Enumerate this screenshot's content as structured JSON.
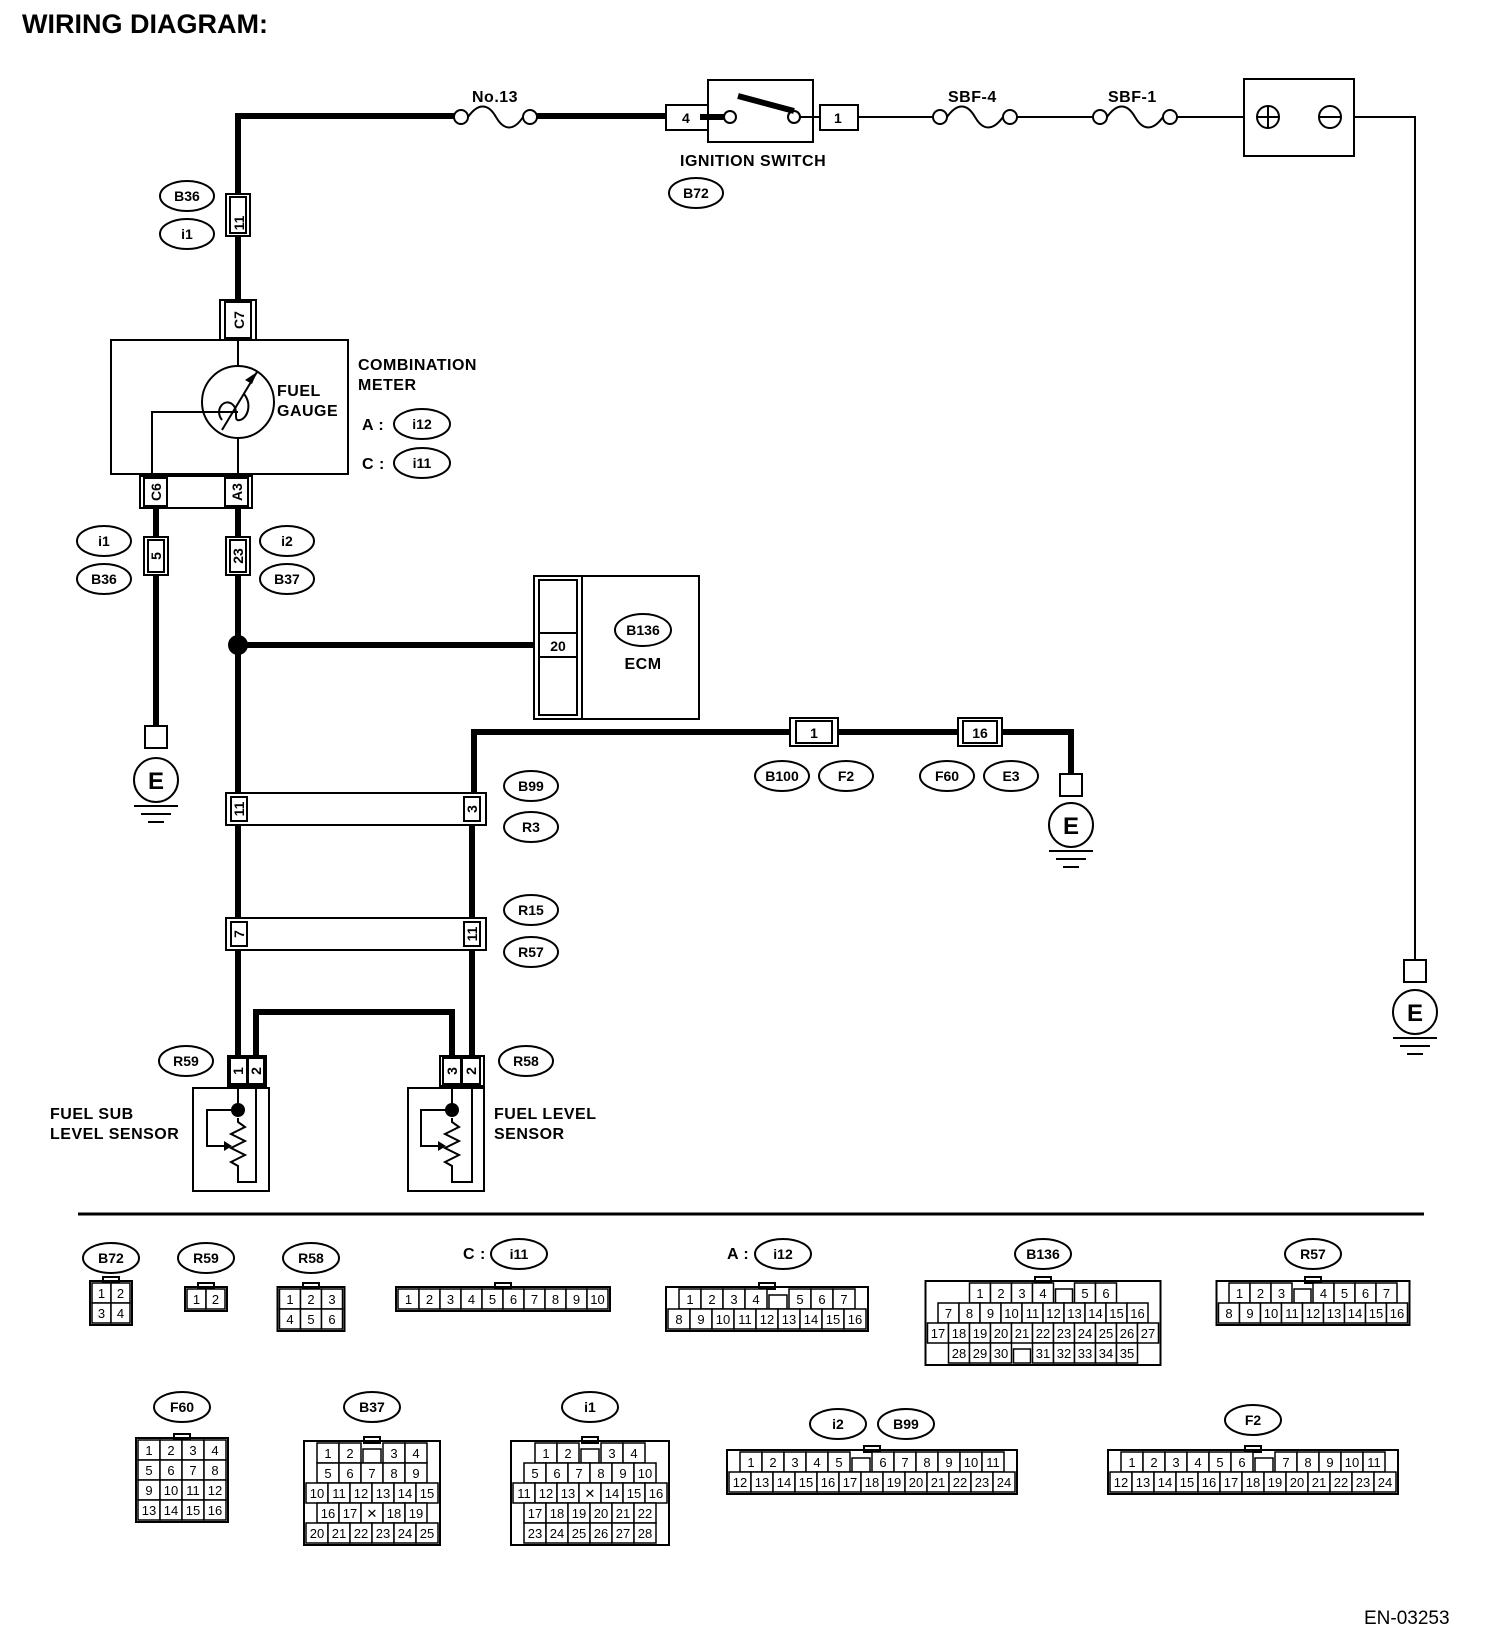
{
  "title": "WIRING DIAGRAM:",
  "reference": "EN-03253",
  "labels": {
    "fuse_no13": "No.13",
    "sbf4": "SBF-4",
    "sbf1": "SBF-1",
    "ignition_switch": "IGNITION SWITCH",
    "combination_meter_1": "COMBINATION",
    "combination_meter_2": "METER",
    "meter_a": "A :",
    "meter_c": "C :",
    "fuel_gauge_1": "FUEL",
    "fuel_gauge_2": "GAUGE",
    "ecm": "ECM",
    "fuel_sub_1": "FUEL SUB",
    "fuel_sub_2": "LEVEL SENSOR",
    "fuel_level_1": "FUEL LEVEL",
    "fuel_level_2": "SENSOR",
    "ground": "E"
  },
  "tags": {
    "b72": "B72",
    "b36a": "B36",
    "i1a": "i1",
    "i12": "i12",
    "i11": "i11",
    "i1b": "i1",
    "b36b": "B36",
    "i2": "i2",
    "b37": "B37",
    "b136": "B136",
    "b100": "B100",
    "f2": "F2",
    "f60": "F60",
    "e3": "E3",
    "b99": "B99",
    "r3": "R3",
    "r15": "R15",
    "r57": "R57",
    "r59": "R59",
    "r58": "R58"
  },
  "pins": {
    "ig4": "4",
    "ig1": "1",
    "b36_11": "11",
    "c7": "C7",
    "c6": "C6",
    "a3": "A3",
    "p5": "5",
    "p23": "23",
    "ecm20": "20",
    "b100_1": "1",
    "f60_16": "16",
    "b99_11": "11",
    "b99_3": "3",
    "r15_7": "7",
    "r15_11": "11",
    "r59_1": "1",
    "r59_2": "2",
    "r58_3": "3",
    "r58_2": "2"
  },
  "connectors": [
    {
      "tag": "B72",
      "prefix": "",
      "rows": [
        [
          "1",
          "2"
        ],
        [
          "3",
          "4"
        ]
      ]
    },
    {
      "tag": "R59",
      "prefix": "",
      "rows": [
        [
          "1",
          "2"
        ]
      ]
    },
    {
      "tag": "R58",
      "prefix": "",
      "rows": [
        [
          "1",
          "2",
          "3"
        ],
        [
          "4",
          "5",
          "6"
        ]
      ]
    },
    {
      "tag": "i11",
      "prefix": "C :",
      "rows": [
        [
          "1",
          "2",
          "3",
          "4",
          "5",
          "6",
          "7",
          "8",
          "9",
          "10"
        ]
      ]
    },
    {
      "tag": "i12",
      "prefix": "A :",
      "rows": [
        [
          "1",
          "2",
          "3",
          "4",
          "",
          "5",
          "6",
          "7"
        ],
        [
          "8",
          "9",
          "10",
          "11",
          "12",
          "13",
          "14",
          "15",
          "16"
        ]
      ]
    },
    {
      "tag": "B136",
      "prefix": "",
      "rows": [
        [
          "1",
          "2",
          "3",
          "4",
          "",
          "5",
          "6"
        ],
        [
          "7",
          "8",
          "9",
          "10",
          "11",
          "12",
          "13",
          "14",
          "15",
          "16"
        ],
        [
          "17",
          "18",
          "19",
          "20",
          "21",
          "22",
          "23",
          "24",
          "25",
          "26",
          "27"
        ],
        [
          "28",
          "29",
          "30",
          "",
          "31",
          "32",
          "33",
          "34",
          "35"
        ]
      ]
    },
    {
      "tag": "R57",
      "prefix": "",
      "rows": [
        [
          "1",
          "2",
          "3",
          "",
          "4",
          "5",
          "6",
          "7"
        ],
        [
          "8",
          "9",
          "10",
          "11",
          "12",
          "13",
          "14",
          "15",
          "16"
        ]
      ]
    },
    {
      "tag": "F60",
      "prefix": "",
      "rows": [
        [
          "1",
          "2",
          "3",
          "4"
        ],
        [
          "5",
          "6",
          "7",
          "8"
        ],
        [
          "9",
          "10",
          "11",
          "12"
        ],
        [
          "13",
          "14",
          "15",
          "16"
        ]
      ]
    },
    {
      "tag": "B37",
      "prefix": "",
      "rows": [
        [
          "1",
          "2",
          "",
          "3",
          "4"
        ],
        [
          "5",
          "6",
          "7",
          "8",
          "9"
        ],
        [
          "10",
          "11",
          "12",
          "13",
          "14",
          "15"
        ],
        [
          "16",
          "17",
          "✕",
          "18",
          "19"
        ],
        [
          "20",
          "21",
          "22",
          "23",
          "24",
          "25"
        ]
      ]
    },
    {
      "tag": "i1",
      "prefix": "",
      "rows": [
        [
          "1",
          "2",
          "",
          "3",
          "4"
        ],
        [
          "5",
          "6",
          "7",
          "8",
          "9",
          "10"
        ],
        [
          "11",
          "12",
          "13",
          "✕",
          "14",
          "15",
          "16"
        ],
        [
          "17",
          "18",
          "19",
          "20",
          "21",
          "22"
        ],
        [
          "23",
          "24",
          "25",
          "26",
          "27",
          "28"
        ]
      ]
    },
    {
      "tag": "i2",
      "tag2": "B99",
      "prefix": "",
      "rows": [
        [
          "1",
          "2",
          "3",
          "4",
          "5",
          "",
          "6",
          "7",
          "8",
          "9",
          "10",
          "11"
        ],
        [
          "12",
          "13",
          "14",
          "15",
          "16",
          "17",
          "18",
          "19",
          "20",
          "21",
          "22",
          "23",
          "24"
        ]
      ]
    },
    {
      "tag": "F2",
      "prefix": "",
      "rows": [
        [
          "1",
          "2",
          "3",
          "4",
          "5",
          "6",
          "",
          "7",
          "8",
          "9",
          "10",
          "11"
        ],
        [
          "12",
          "13",
          "14",
          "15",
          "16",
          "17",
          "18",
          "19",
          "20",
          "21",
          "22",
          "23",
          "24"
        ]
      ]
    }
  ]
}
